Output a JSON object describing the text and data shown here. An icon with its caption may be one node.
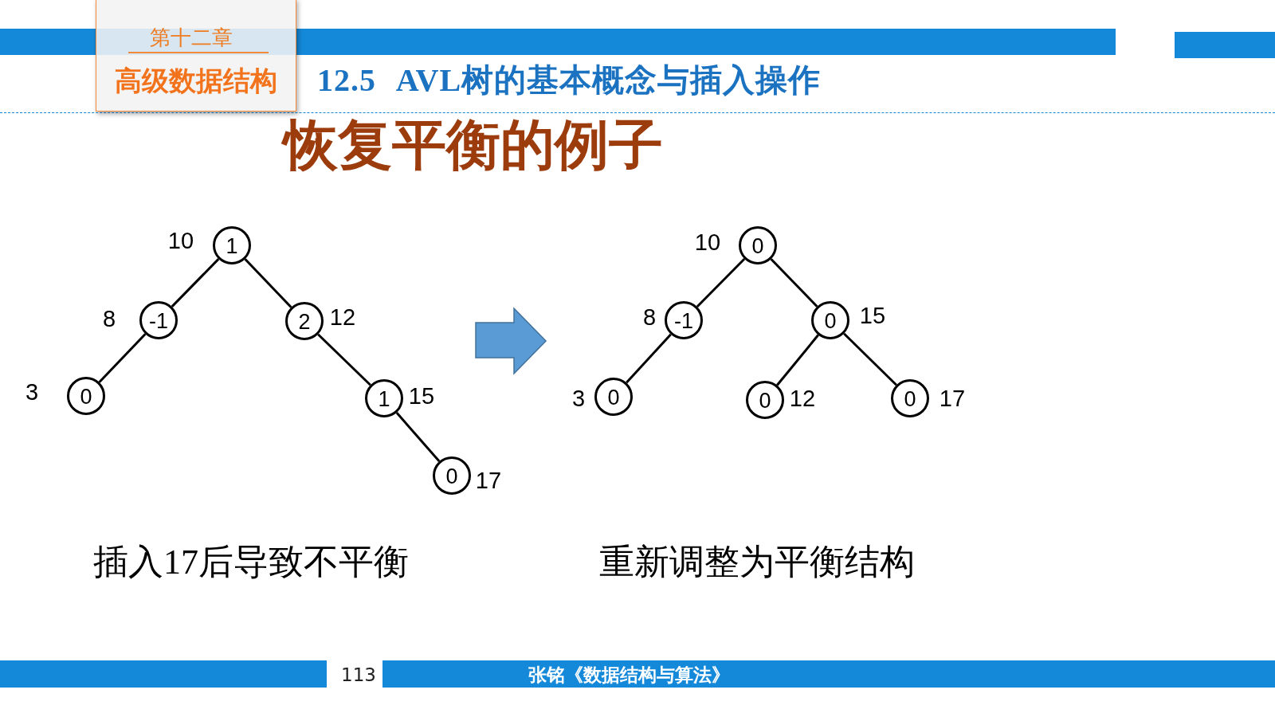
{
  "diagram": {
    "title": "恢复平衡的例子",
    "nodes": [
      {
        "text": [
          "第十二章",
          "高级数据结构"
        ]
      },
      {
        "text": [
          "1"
        ],
        "beside": [
          "10"
        ]
      },
      {
        "text": [
          "-1"
        ],
        "beside": [
          "8"
        ]
      },
      {
        "text": [
          "0"
        ],
        "beside": [
          "3"
        ]
      },
      {
        "text": [
          "2"
        ],
        "beside": [
          "12"
        ]
      },
      {
        "text": [
          "1"
        ],
        "beside": [
          "15"
        ]
      },
      {
        "text": [
          "0"
        ],
        "beside": [
          "17"
        ]
      },
      {
        "text": [
          "0"
        ],
        "beside": [
          "10"
        ]
      },
      {
        "text": [
          "-1"
        ],
        "beside": [
          "8"
        ]
      },
      {
        "text": [
          "0"
        ],
        "beside": [
          "3"
        ]
      },
      {
        "text": [
          "0"
        ],
        "beside": [
          "15"
        ]
      },
      {
        "text": [
          "0"
        ],
        "beside": [
          "12"
        ]
      },
      {
        "text": [
          "0"
        ],
        "beside": [
          "17"
        ]
      }
    ],
    "edges": [
      {
        "from": 1,
        "to": 2,
        "arrow": "none"
      },
      {
        "from": 2,
        "to": 3,
        "arrow": "none"
      },
      {
        "from": 1,
        "to": 4,
        "arrow": "none"
      },
      {
        "from": 4,
        "to": 5,
        "arrow": "none"
      },
      {
        "from": 5,
        "to": 6,
        "arrow": "none"
      },
      {
        "from": 7,
        "to": 8,
        "arrow": "none"
      },
      {
        "from": 8,
        "to": 9,
        "arrow": "none"
      },
      {
        "from": 7,
        "to": 10,
        "arrow": "none"
      },
      {
        "from": 10,
        "to": 11,
        "arrow": "none"
      },
      {
        "from": 10,
        "to": 12,
        "arrow": "none"
      }
    ],
    "labels": [
      "12.5 AVL树的基本概念与插入操作",
      "插入17后导致不平衡",
      "重新调整为平衡结构",
      "113",
      "张铭《数据结构与算法》"
    ]
  }
}
